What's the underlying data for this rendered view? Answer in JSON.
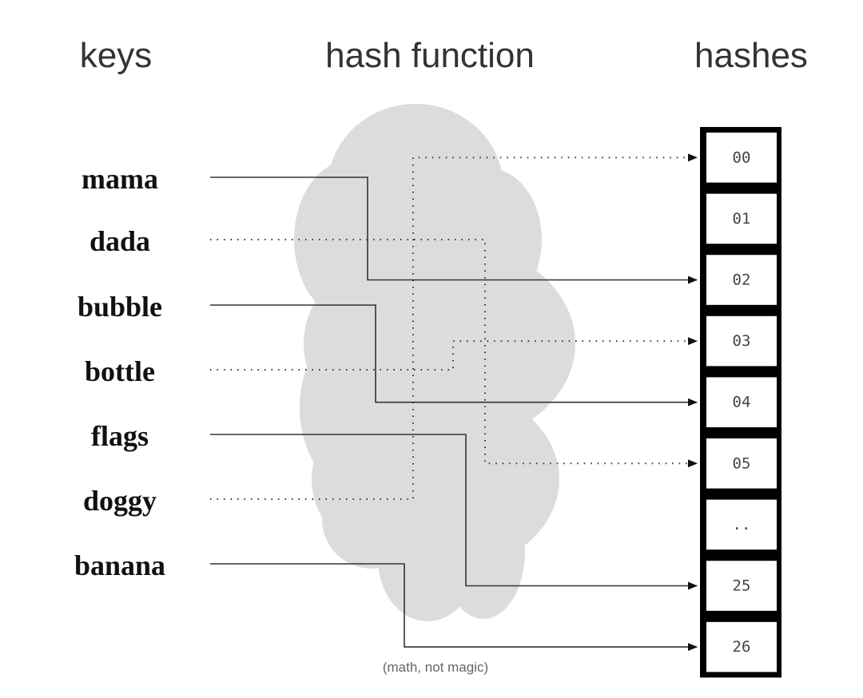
{
  "headers": {
    "keys": "keys",
    "hash_function": "hash function",
    "hashes": "hashes"
  },
  "keys": [
    "mama",
    "dada",
    "bubble",
    "bottle",
    "flags",
    "doggy",
    "banana"
  ],
  "hashes": [
    "00",
    "01",
    "02",
    "03",
    "04",
    "05",
    "..",
    "25",
    "26"
  ],
  "mappings": [
    {
      "key": "mama",
      "hash": "02",
      "style": "solid"
    },
    {
      "key": "dada",
      "hash": "05",
      "style": "dotted"
    },
    {
      "key": "bubble",
      "hash": "04",
      "style": "solid"
    },
    {
      "key": "bottle",
      "hash": "03",
      "style": "dotted"
    },
    {
      "key": "flags",
      "hash": "25",
      "style": "solid"
    },
    {
      "key": "doggy",
      "hash": "00",
      "style": "dotted"
    },
    {
      "key": "banana",
      "hash": "26",
      "style": "solid"
    }
  ],
  "caption": "(math, not magic)",
  "colors": {
    "cloud": "#dcdcdc",
    "line": "#333333",
    "box_border": "#000000"
  }
}
